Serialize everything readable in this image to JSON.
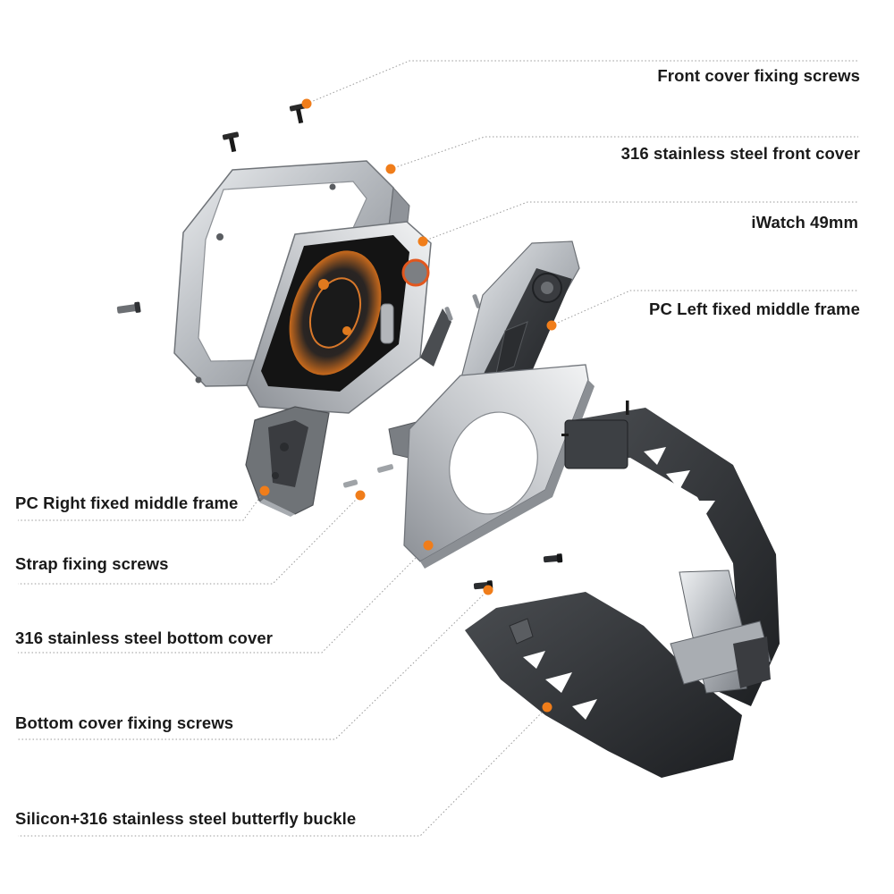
{
  "labels": {
    "front_cover_fixing_screws": "Front cover fixing screws",
    "steel_front_cover": "316 stainless steel front cover",
    "iwatch": "iWatch 49mm",
    "pc_left_frame": "PC Left fixed middle frame",
    "pc_right_frame": "PC Right fixed middle frame",
    "strap_fixing_screws": "Strap fixing screws",
    "steel_bottom_cover": "316 stainless steel bottom cover",
    "bottom_cover_fixing_screws": "Bottom cover fixing screws",
    "butterfly_buckle": "Silicon+316 stainless steel butterfly buckle"
  },
  "colors": {
    "accent_dot": "#f07d1a",
    "leader_line": "#9a9a9a",
    "steel": "#b9bcc0",
    "rubber": "#2b2d30"
  }
}
